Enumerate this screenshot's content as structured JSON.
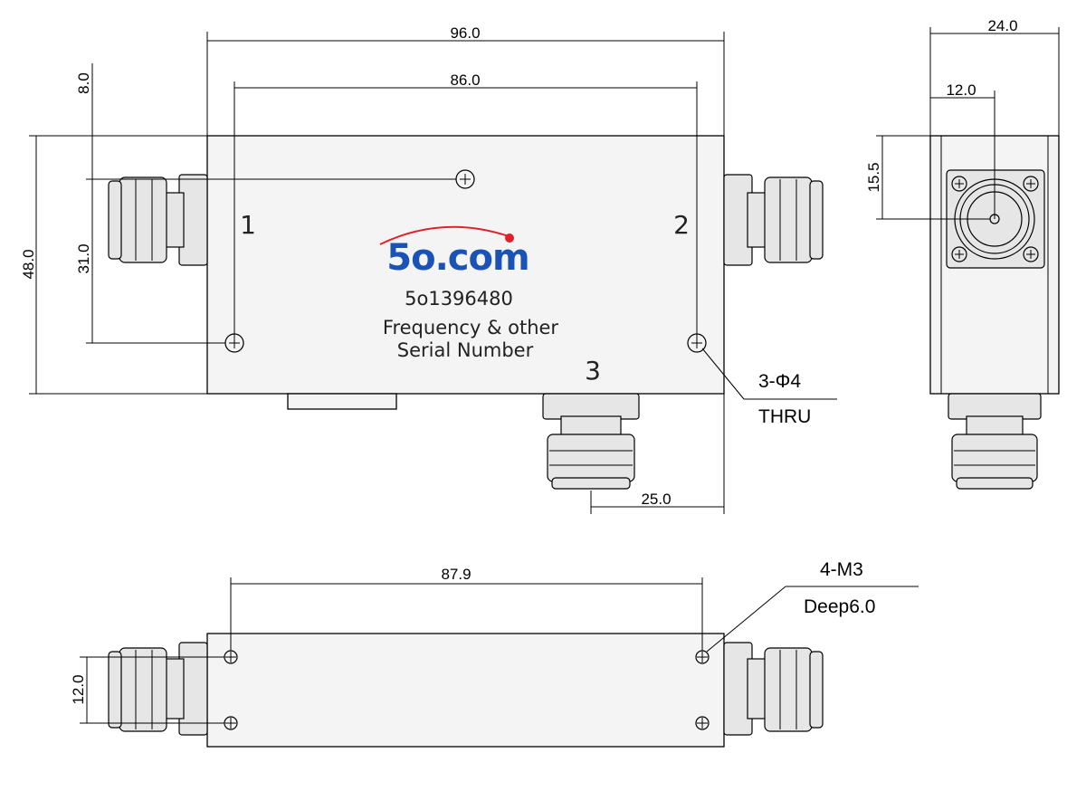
{
  "front_view": {
    "dim_total_width": "96.0",
    "dim_hole_spacing": "86.0",
    "dim_top_offset": "8.0",
    "dim_height": "48.0",
    "dim_connector_offset": "31.0",
    "dim_port3_offset": "25.0",
    "port_1": "1",
    "port_2": "2",
    "port_3": "3",
    "logo_text": "5o.com",
    "part_number": "5o1396480",
    "label_line_1": "Frequency & other",
    "label_line_2": "Serial Number",
    "holes_note": "3-Φ4",
    "holes_note_2": "THRU"
  },
  "side_view": {
    "dim_width": "24.0",
    "dim_half_width": "12.0",
    "dim_connector_height": "15.5"
  },
  "bottom_view": {
    "dim_hole_spacing": "87.9",
    "dim_hole_pitch": "12.0",
    "thread_note": "4-M3",
    "depth_note": "Deep6.0"
  },
  "colors": {
    "logo_blue": "#1a53b5",
    "logo_dot_red": "#e0202a"
  }
}
